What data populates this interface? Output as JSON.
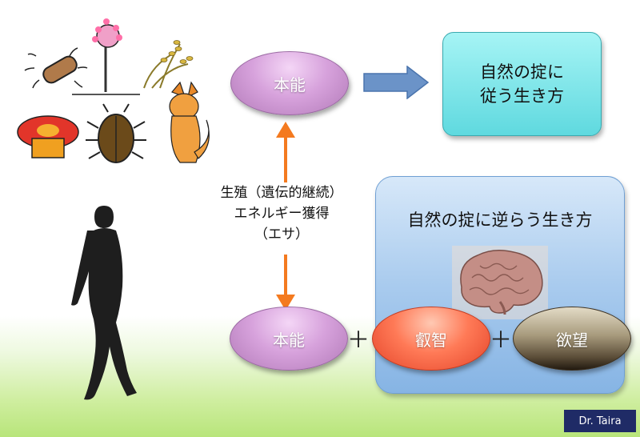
{
  "top_oval": {
    "label": "本能"
  },
  "teal_box": {
    "line1": "自然の掟に",
    "line2": "従う生き方"
  },
  "caption": {
    "line1": "生殖（遺伝的継続）",
    "line2": "エネルギー獲得",
    "line3": "（エサ）"
  },
  "blue_box": {
    "title": "自然の掟に逆らう生き方"
  },
  "bottom_row": {
    "instinct": "本能",
    "plus1": "＋",
    "wisdom": "叡智",
    "plus2": "＋",
    "desire": "欲望"
  },
  "credit": "Dr. Taira",
  "colors": {
    "arrow_orange": "#f47a1f",
    "arrow_blue": "#6b93c8",
    "teal": "#5fd9df",
    "blue_panel": "#a9cbee"
  }
}
